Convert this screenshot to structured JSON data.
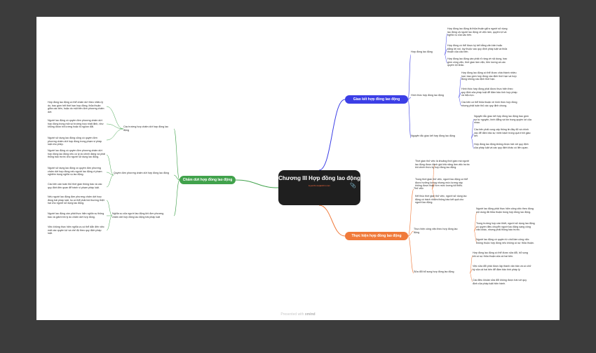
{
  "root": {
    "title": "Chương III Hợp đồng lao động",
    "subtitle": "luyenthi.vietjackhn.com"
  },
  "branches": [
    {
      "label": "Giao kết hợp đồng lao động",
      "color": "#3b3ee6",
      "subs": [
        {
          "label": "Hợp đồng lao động",
          "leaves": [
            "Hợp đồng lao động là thỏa thuận giữa người sử dụng lao động và người lao động về việc làm, quyền lợi và nghĩa vụ của các bên.",
            "Hợp đồng có thể được ký kết bằng văn bản hoặc bằng lời nói, tùy thuộc vào quy định pháp luật và thỏa thuận của các bên.",
            "Hợp đồng lao động cần phải rõ ràng về nội dung, bao gồm công việc, thời gian làm việc, tiền lương và các quyền lợi khác."
          ]
        },
        {
          "label": "Hình thức hợp đồng lao động",
          "leaves": [
            "Hợp đồng lao động có thể được chia thành nhiều loại, bao gồm hợp đồng xác định thời hạn và hợp đồng không xác định thời hạn.",
            "Hình thức hợp đồng phải được thực hiện theo quy định của pháp luật để đảm bảo tính hợp pháp và hiệu lực.",
            "Các bên có thể thỏa thuận về hình thức hợp đồng nhưng phải tuân thủ các quy định chung."
          ]
        },
        {
          "label": "Nguyên tắc giao kết hợp đồng lao động",
          "leaves": [
            "Nguyên tắc giao kết hợp đồng lao động bao gồm sự tự nguyện, bình đẳng và tôn trọng quyền lợi của nhau.",
            "Các bên phải cung cấp thông tin đầy đủ và chính xác để đảm bảo sự minh bạch trong quá trình giao kết.",
            "Hợp đồng lao động không được trái với quy định của pháp luật và các quy định khác có liên quan."
          ]
        }
      ]
    },
    {
      "label": "Thực hiện hợp đồng lao động",
      "color": "#f07a3a",
      "subs": [
        {
          "label": "Thử việc",
          "leaves": [
            "Thời gian thử việc là khoảng thời gian mà người lao động được đánh giá khả năng làm việc trước khi chính thức ký hợp đồng lao động.",
            "Trong thời gian thử việc, người lao động có thể được hưởng lương nhưng mức lương này không được thấp hơn mức lương tối thiểu.",
            "Kết thúc thời gian thử việc, người sử dụng lao động có trách nhiệm thông báo kết quả cho người lao động."
          ]
        },
        {
          "label": "Thực hiện công việc theo hợp đồng lao động",
          "leaves": [
            "Người lao động phải thực hiện công việc theo đúng nội dung đã thỏa thuận trong hợp đồng lao động.",
            "Trong trường hợp cần thiết, người sử dụng lao động có quyền điều chuyển người lao động sang công việc khác, nhưng phải thông báo trước.",
            "Người lao động có quyền từ chối làm công việc không thuộc hợp đồng nếu không có sự thỏa thuận."
          ]
        },
        {
          "label": "Sửa đổi bổ sung hợp đồng lao động",
          "leaves": [
            "Hợp đồng lao động có thể được sửa đổi, bổ sung khi có sự thỏa thuận của cả hai bên.",
            "Việc sửa đổi phải được lập thành văn bản và có chữ ký của cả hai bên để đảm bảo tính pháp lý.",
            "Các điều khoản sửa đổi không được trái với quy định của pháp luật hiện hành."
          ]
        }
      ]
    },
    {
      "label": "Chấm dứt hợp đồng lao động",
      "color": "#41a24c",
      "subs": [
        {
          "label": "Các trường hợp chấm dứt hợp đồng lao động",
          "leaves": [
            "Hợp đồng lao động có thể chấm dứt theo nhiều lý do, bao gồm hết thời hạn hợp đồng, thỏa thuận giữa các bên, hoặc do một bên đơn phương chấm dứt.",
            "Người lao động có quyền đơn phương chấm dứt hợp đồng trong một số trường hợp nhất định, như không được trả lương hoặc bị ngược đãi.",
            "Người sử dụng lao động cũng có quyền đơn phương chấm dứt hợp đồng trong phạm vi pháp luật cho phép."
          ]
        },
        {
          "label": "Quyền đơn phương chấm dứt hợp đồng lao động",
          "leaves": [
            "Người lao động có quyền đơn phương chấm dứt hợp đồng lao động nếu có lý do chính đáng và phải thông báo trước cho người sử dụng lao động.",
            "Người sử dụng lao động có quyền đơn phương chấm dứt hợp đồng nếu người lao động vi phạm nghiêm trọng nghĩa vụ lao động.",
            "Các bên cần tuân thủ thời gian thông báo và các quy định liên quan để tránh vi phạm pháp luật."
          ]
        },
        {
          "label": "Nghĩa vụ của người lao động khi đơn phương chấm dứt hợp đồng lao động trái pháp luật",
          "leaves": [
            "Nếu người lao động đơn phương chấm dứt hợp đồng trái pháp luật, họ có thể phải bồi thường thiệt hại cho người sử dụng lao động.",
            "Người lao động cần phải thực hiện nghĩa vụ thông báo và giải trình lý do chấm dứt hợp đồng.",
            "Việc không thực hiện nghĩa vụ có thể dẫn đến việc mất các quyền lợi và chế độ theo quy định pháp luật."
          ]
        }
      ]
    }
  ],
  "footer": {
    "prefix": "Presented with",
    "brand": "xmind"
  }
}
